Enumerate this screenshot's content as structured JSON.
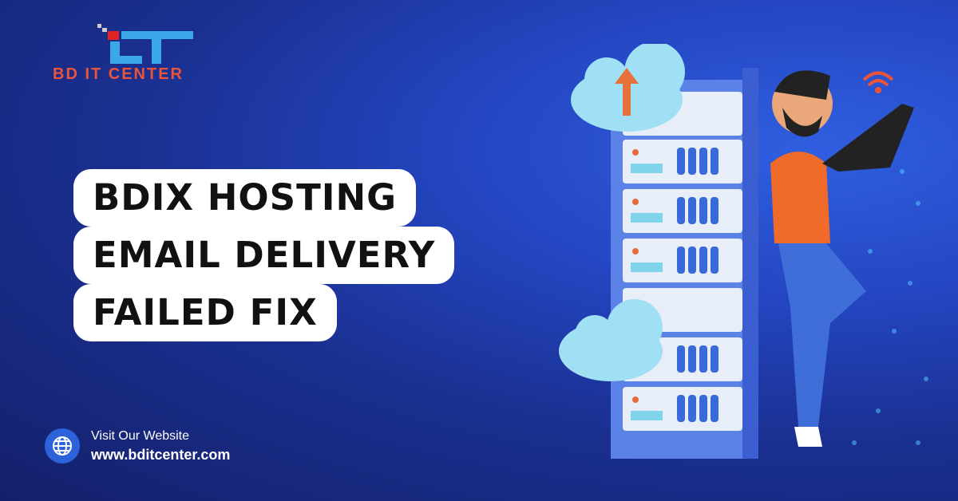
{
  "brand": {
    "logo_mark": "LT",
    "name": "BD IT CENTER"
  },
  "headline": {
    "lines": [
      "BDIX HOSTING",
      "EMAIL DELIVERY",
      "FAILED FIX"
    ]
  },
  "footer": {
    "visit_label": "Visit Our Website",
    "website": "www.bditcenter.com",
    "icon": "globe-icon"
  },
  "colors": {
    "accent_red": "#e8553a",
    "logo_blue": "#3aa7e8",
    "background": "#2446c2"
  }
}
